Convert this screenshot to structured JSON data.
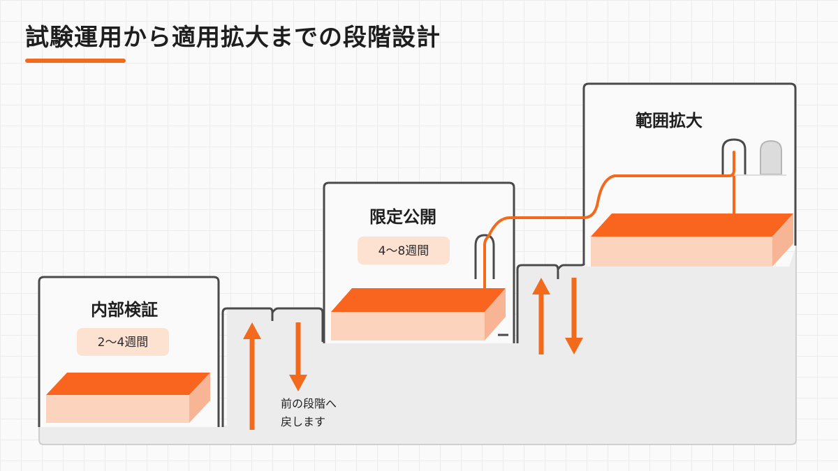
{
  "title": "試験運用から適用拡大までの段階設計",
  "colors": {
    "accent": "#f26a1b",
    "slab_top": "#f9651f",
    "slab_front": "#fcd3bd",
    "slab_side": "#f8b596",
    "period_badge": "#fde2d2",
    "outline": "#4a4a4a",
    "floor": "#ececec"
  },
  "stages": [
    {
      "name": "内部検証",
      "period": "2〜4週間"
    },
    {
      "name": "限定公開",
      "period": "4〜8週間"
    },
    {
      "name": "範囲拡大"
    }
  ],
  "rollback_note": {
    "line1": "前の段階へ",
    "line2": "戻します"
  },
  "icons": [
    "up-arrow-icon",
    "down-arrow-icon",
    "pipe-loop-icon",
    "arch-door-icon"
  ]
}
